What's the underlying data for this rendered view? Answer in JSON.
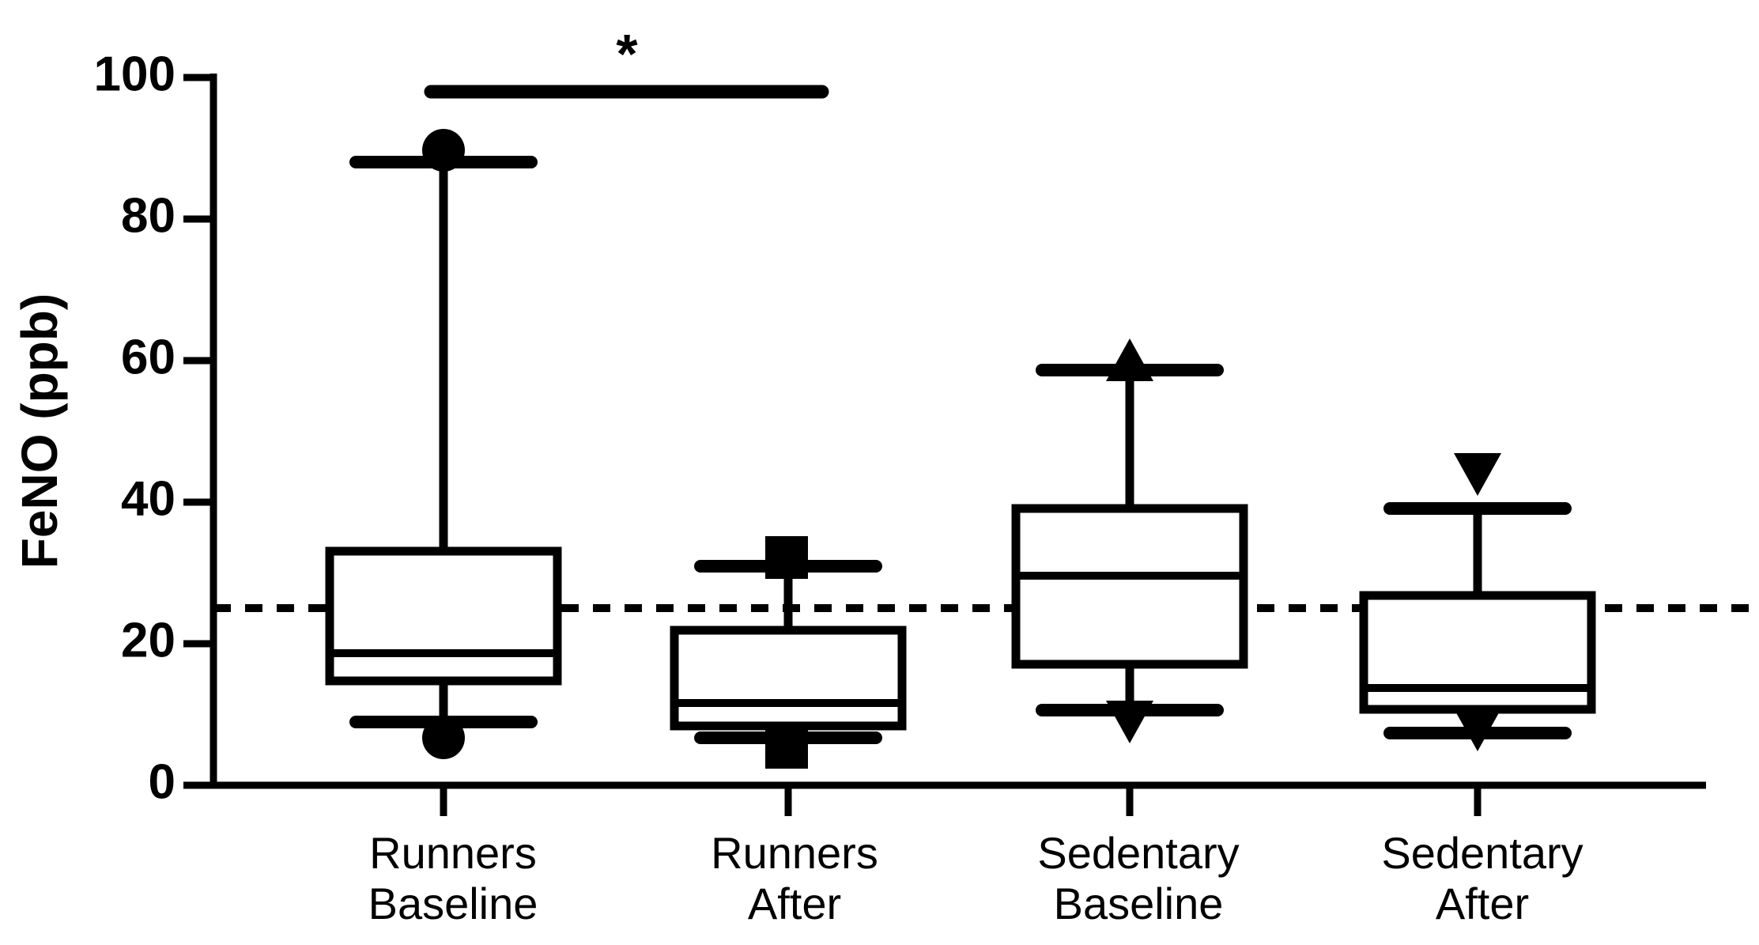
{
  "chart_data": {
    "type": "box",
    "title": "",
    "xlabel": "",
    "ylabel": "FeNO (ppb)",
    "ylim": [
      0,
      100
    ],
    "yticks": [
      0,
      20,
      40,
      60,
      80,
      100
    ],
    "ytick_labels": [
      "0",
      "20",
      "40",
      "60",
      "80",
      "100"
    ],
    "grid": false,
    "legend": "none",
    "reference_line": {
      "value": 25,
      "style": "dashed",
      "label": ""
    },
    "categories": [
      "Runners Baseline",
      "Runners After",
      "Sedentary Baseline",
      "Sedentary After"
    ],
    "category_lines": [
      [
        "Runners",
        "Baseline"
      ],
      [
        "Runners",
        "After"
      ],
      [
        "Sedentary",
        "Baseline"
      ],
      [
        "Sedentary",
        "After"
      ]
    ],
    "boxes": [
      {
        "name": "Runners Baseline",
        "whisker_low": 9,
        "q1": 15,
        "median": 18.5,
        "q3": 33,
        "whisker_high": 88,
        "marker": "circle",
        "outlier_high": 90,
        "outlier_low": 7
      },
      {
        "name": "Runners After",
        "whisker_low": 6.6,
        "q1": 8,
        "median": 11.5,
        "q3": 22,
        "whisker_high": 31,
        "marker": "square",
        "outlier_high": 32.5,
        "outlier_low": 5.8
      },
      {
        "name": "Sedentary Baseline",
        "whisker_low": 10,
        "q1": 17,
        "median": 29.5,
        "q3": 39.5,
        "whisker_high": 58.5,
        "marker": "triangle-up",
        "outlier_high": 60.5,
        "outlier_low": 8.5
      },
      {
        "name": "Sedentary After",
        "whisker_low": 7.4,
        "q1": 10.7,
        "median": 13.5,
        "q3": 26.5,
        "whisker_high": 39,
        "marker": "triangle-down",
        "outlier_high": 44,
        "outlier_low": 6.8
      }
    ],
    "annotations": [
      {
        "type": "significance-bar",
        "label": "*",
        "from_category": "Runners Baseline",
        "to_category": "Runners After",
        "y": 98
      }
    ]
  },
  "axis": {
    "y_title": "FeNO (ppb)",
    "tick_100": "100",
    "tick_80": "80",
    "tick_60": "60",
    "tick_40": "40",
    "tick_20": "20",
    "tick_0": "0"
  },
  "xlabels": {
    "b0_line1": "Runners",
    "b0_line2": "Baseline",
    "b1_line1": "Runners",
    "b1_line2": "After",
    "b2_line1": "Sedentary",
    "b2_line2": "Baseline",
    "b3_line1": "Sedentary",
    "b3_line2": "After"
  },
  "annotation": {
    "star": "*"
  },
  "colors": {
    "ink": "#000000",
    "paper": "#ffffff"
  }
}
